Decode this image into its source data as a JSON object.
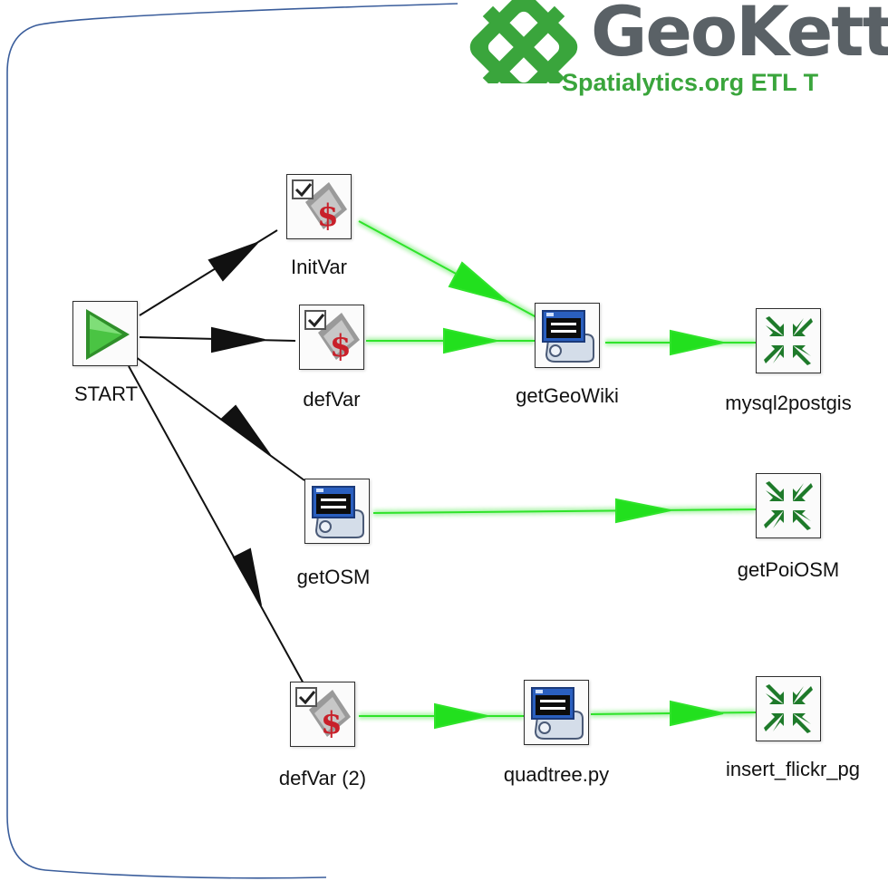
{
  "logo": {
    "name": "GeoKettl",
    "tagline": "Spatialytics.org ETL T",
    "brand_green": "#3aa53c",
    "brand_gray": "#5a6166"
  },
  "colors": {
    "hop_enabled": "#22e01e",
    "hop_unconditional": "#111111",
    "frame": "#3b5e9c"
  },
  "nodes": {
    "start": {
      "label": "START",
      "icon": "start-icon"
    },
    "init_var": {
      "label": "InitVar",
      "icon": "set-variables-icon"
    },
    "def_var": {
      "label": "defVar",
      "icon": "set-variables-icon"
    },
    "get_geo_wiki": {
      "label": "getGeoWiki",
      "icon": "script-icon"
    },
    "mysql2postgis": {
      "label": "mysql2postgis",
      "icon": "transformation-icon"
    },
    "get_osm": {
      "label": "getOSM",
      "icon": "script-icon"
    },
    "get_poi_osm": {
      "label": "getPoiOSM",
      "icon": "transformation-icon"
    },
    "def_var_2": {
      "label": "defVar (2)",
      "icon": "set-variables-icon"
    },
    "quadtree_py": {
      "label": "quadtree.py",
      "icon": "script-icon"
    },
    "insert_flickr_pg": {
      "label": "insert_flickr_pg",
      "icon": "transformation-icon"
    }
  }
}
